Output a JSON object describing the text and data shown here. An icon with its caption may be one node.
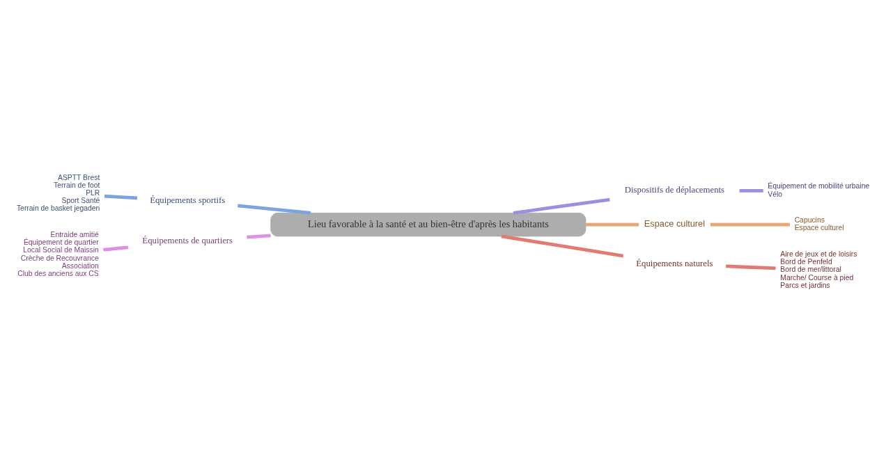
{
  "diagram": {
    "nodes": [
      {
        "text": [
          "Lieu favorable à la santé et au bien-être d'après les habitants"
        ]
      },
      {
        "text": [
          "Équipements sportifs"
        ]
      },
      {
        "text": [
          "ASPTT Brest",
          "Terrain de foot",
          "PLR",
          "Sport Santé",
          "Terrain de basket jegaden"
        ]
      },
      {
        "text": [
          "Dispositifs de déplacements"
        ]
      },
      {
        "text": [
          "Équipement de mobilité urbaine",
          "Vélo"
        ]
      },
      {
        "text": [
          "Espace culturel"
        ]
      },
      {
        "text": [
          "Capucins",
          "Espace culturel"
        ]
      },
      {
        "text": [
          "Équipements de quartiers"
        ]
      },
      {
        "text": [
          "Entraide amitié",
          "Équipement de quartier",
          "Local Social de Maissin",
          "Crèche de Recouvrance",
          "Association",
          "Club des anciens aux CS"
        ]
      },
      {
        "text": [
          "Équipements naturels"
        ]
      },
      {
        "text": [
          "Aire de jeux et de loisirs",
          "Bord de Penfeld",
          "Bord de mer/littoral",
          "Marche/ Course à pied",
          "Parcs et jardins"
        ]
      }
    ],
    "edges": [
      {
        "from": 1,
        "to": 0,
        "arrow": "none",
        "color": "#7ba3e0"
      },
      {
        "from": 2,
        "to": 1,
        "arrow": "none",
        "color": "#7ba3e0"
      },
      {
        "from": 0,
        "to": 3,
        "arrow": "none",
        "color": "#9b8fe0"
      },
      {
        "from": 3,
        "to": 4,
        "arrow": "none",
        "color": "#9b8fe0"
      },
      {
        "from": 0,
        "to": 5,
        "arrow": "none",
        "color": "#f0a46c"
      },
      {
        "from": 5,
        "to": 6,
        "arrow": "none",
        "color": "#f0a46c"
      },
      {
        "from": 7,
        "to": 0,
        "arrow": "none",
        "color": "#dd8fe3"
      },
      {
        "from": 8,
        "to": 7,
        "arrow": "none",
        "color": "#dd8fe3"
      },
      {
        "from": 0,
        "to": 9,
        "arrow": "none",
        "color": "#e07a72"
      },
      {
        "from": 9,
        "to": 10,
        "arrow": "none",
        "color": "#e07a72"
      }
    ]
  }
}
